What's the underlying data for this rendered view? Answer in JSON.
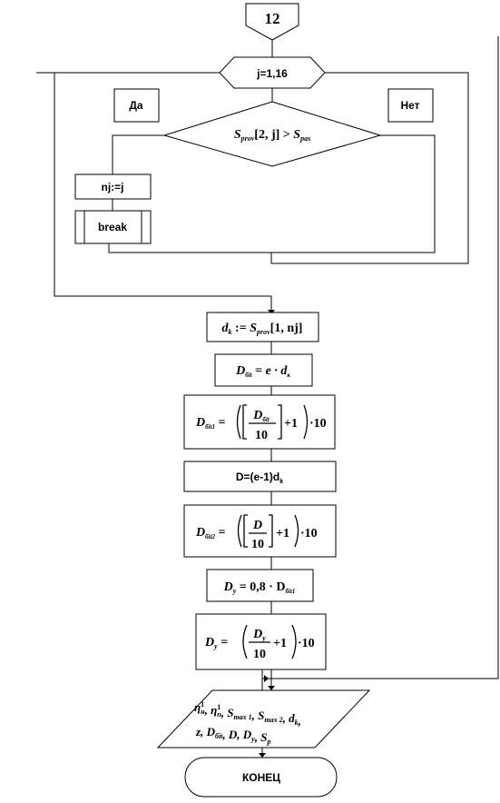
{
  "connector": {
    "label": "12"
  },
  "loop": {
    "label": "j=1,16"
  },
  "branch": {
    "yes": "Да",
    "no": "Нет"
  },
  "condition": {
    "var": "S",
    "sub": "prov",
    "args": "[2, j]",
    "op": ">",
    "rhs": "S",
    "rhs_sub": "pas"
  },
  "assign_nj": {
    "label": "nj:=j"
  },
  "break_block": {
    "label": "break"
  },
  "dk": {
    "lhs": "d",
    "lhs_sub": "k",
    "op": ":=",
    "rhs": "S",
    "rhs_sub": "prov",
    "args": "[1, nj]"
  },
  "dbit": {
    "lhs": "D",
    "lhs_sub": "бit",
    "rhs": "e · d",
    "rhs_sub": "к"
  },
  "dbit1": {
    "lhs": "D",
    "lhs_sub": "бit1",
    "num": "D",
    "num_sub": "бit",
    "den": "10",
    "plus": "+1",
    "times": "·10"
  },
  "d_eq": {
    "label": "D=(e-1)d",
    "sub": "k"
  },
  "dbit2": {
    "lhs": "D",
    "lhs_sub": "бit2",
    "num": "D",
    "den": "10",
    "plus": "+1",
    "times": "·10"
  },
  "dy": {
    "lhs": "D",
    "lhs_sub": "y",
    "rhs": "0,8 · D",
    "rhs_sub": "бit1"
  },
  "dy2": {
    "lhs": "D",
    "lhs_sub": "y",
    "num": "D",
    "num_sub": "y",
    "den": "10",
    "plus": "+1",
    "times": "·10"
  },
  "output": {
    "line1": [
      {
        "t": "η",
        "sup": "1",
        "sub": "н"
      },
      {
        "t": ", "
      },
      {
        "t": "η",
        "sup": "1",
        "sub": "п"
      },
      {
        "t": ", "
      },
      {
        "t": "S",
        "sub": "max 1"
      },
      {
        "t": ", "
      },
      {
        "t": "S",
        "sub": "max 2"
      },
      {
        "t": ", "
      },
      {
        "t": "d",
        "sub": "k"
      },
      {
        "t": ","
      }
    ],
    "line2": [
      {
        "t": "z, "
      },
      {
        "t": "D",
        "sub": "бit"
      },
      {
        "t": ", "
      },
      {
        "t": "D, "
      },
      {
        "t": "D",
        "sub": "y"
      },
      {
        "t": ", "
      },
      {
        "t": "S",
        "sub": "p"
      }
    ]
  },
  "terminal": {
    "label": "КОНЕЦ"
  }
}
